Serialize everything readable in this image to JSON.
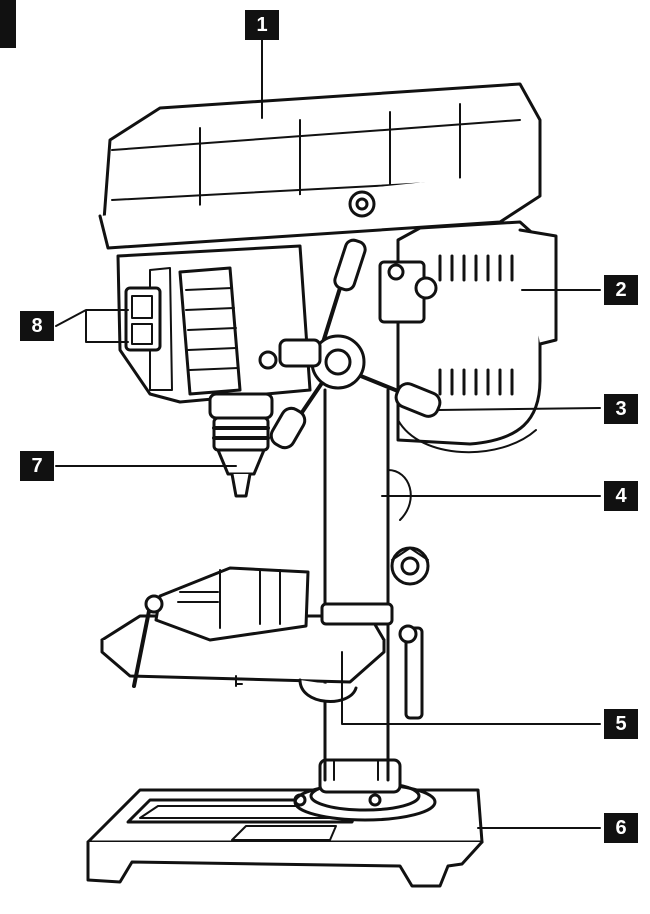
{
  "callouts": [
    {
      "id": "1",
      "label": "1"
    },
    {
      "id": "2",
      "label": "2"
    },
    {
      "id": "3",
      "label": "3"
    },
    {
      "id": "4",
      "label": "4"
    },
    {
      "id": "5",
      "label": "5"
    },
    {
      "id": "6",
      "label": "6"
    },
    {
      "id": "7",
      "label": "7"
    },
    {
      "id": "8",
      "label": "8"
    }
  ],
  "colors": {
    "ink": "#111111",
    "paper": "#ffffff"
  }
}
